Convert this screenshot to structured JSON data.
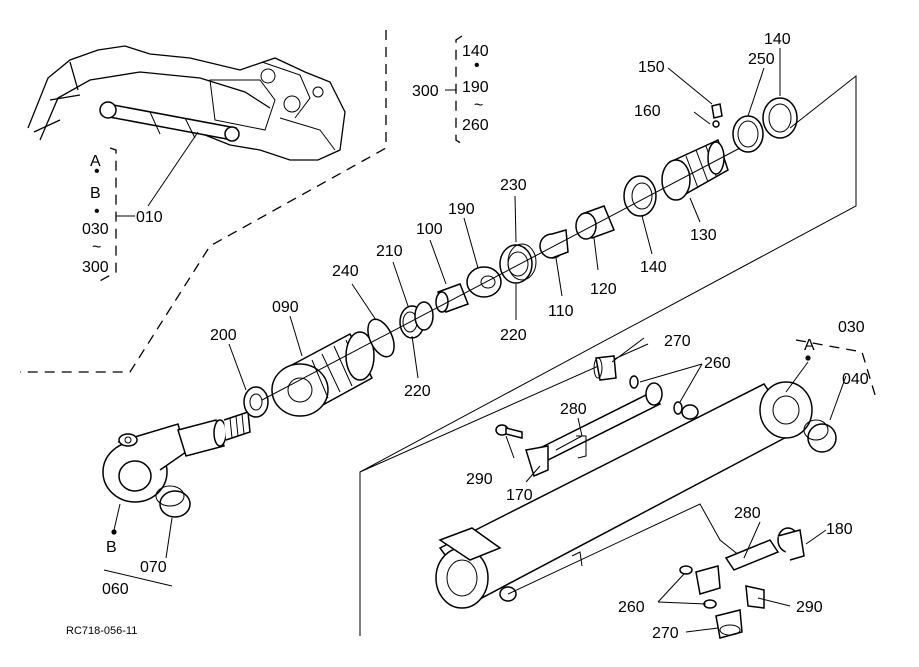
{
  "reference_code": "RC718-056-11",
  "group_labels": {
    "g300": [
      "140",
      "•",
      "190",
      "~",
      "260"
    ],
    "g300_head": "300",
    "g010": [
      "A",
      "•",
      "B",
      "•",
      "030",
      "~",
      "300"
    ],
    "g010_head": "010"
  },
  "markers": {
    "a": "A",
    "b": "B"
  },
  "callouts": {
    "c010": "010",
    "c020": "030",
    "c040": "040",
    "c060": "060",
    "c070": "070",
    "c090": "090",
    "c100": "100",
    "c110": "110",
    "c120": "120",
    "c130": "130",
    "c140a": "140",
    "c140b": "140",
    "c150": "150",
    "c160": "160",
    "c170": "170",
    "c180": "180",
    "c190": "190",
    "c200": "200",
    "c210": "210",
    "c220a": "220",
    "c220b": "220",
    "c230": "230",
    "c240": "240",
    "c250": "250",
    "c260a": "260",
    "c260b": "260",
    "c270a": "270",
    "c270b": "270",
    "c280a": "280",
    "c280b": "280",
    "c290a": "290",
    "c290b": "290"
  }
}
